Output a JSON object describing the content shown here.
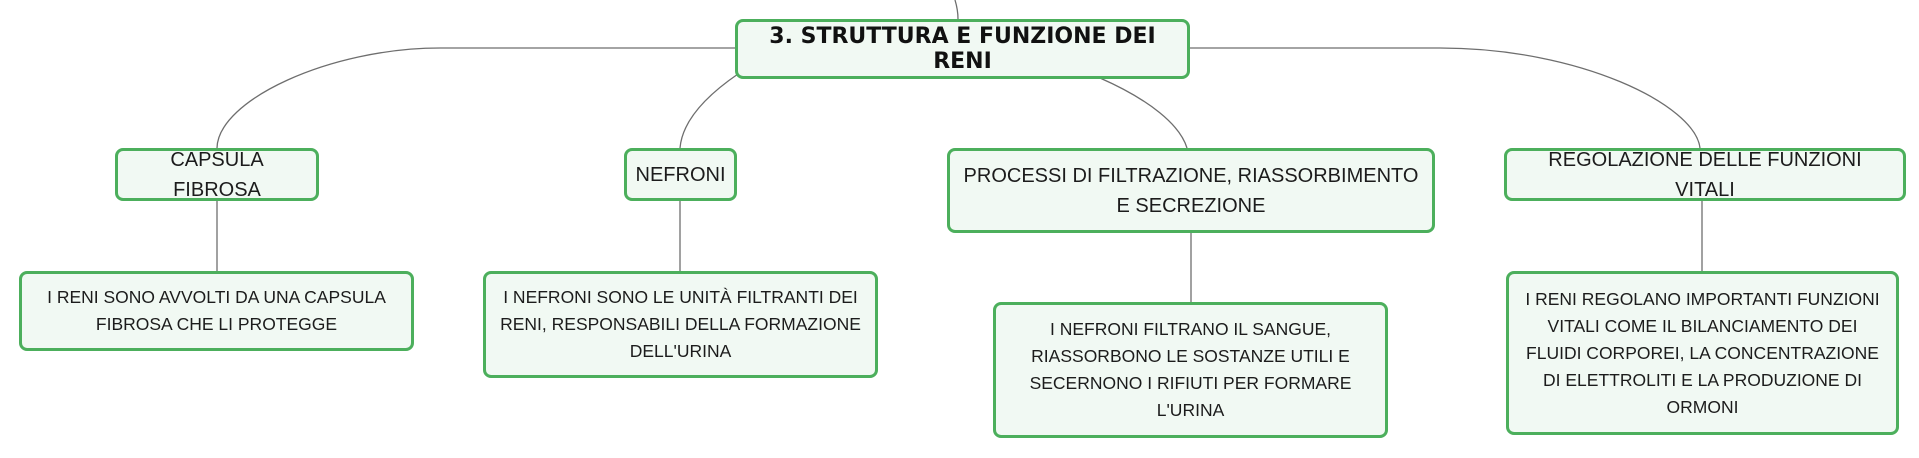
{
  "root": {
    "label": "3. STRUTTURA E FUNZIONE DEI RENI"
  },
  "branches": [
    {
      "id": "capsula",
      "label": "CAPSULA FIBROSA",
      "detail": "I RENI SONO AVVOLTI DA UNA CAPSULA FIBROSA CHE LI PROTEGGE"
    },
    {
      "id": "nefroni",
      "label": "NEFRONI",
      "detail": "I NEFRONI SONO LE UNITÀ FILTRANTI DEI RENI, RESPONSABILI DELLA FORMAZIONE DELL'URINA"
    },
    {
      "id": "processi",
      "label": "PROCESSI DI FILTRAZIONE, RIASSORBIMENTO E SECREZIONE",
      "detail": "I NEFRONI FILTRANO IL SANGUE, RIASSORBONO LE SOSTANZE UTILI E SECERNONO I RIFIUTI PER FORMARE L'URINA"
    },
    {
      "id": "regolazione",
      "label": "REGOLAZIONE DELLE FUNZIONI VITALI",
      "detail": "I RENI REGOLANO IMPORTANTI FUNZIONI VITALI COME IL BILANCIAMENTO DEI FLUIDI CORPOREI, LA CONCENTRAZIONE DI ELETTROLITI E LA PRODUZIONE DI ORMONI"
    }
  ],
  "colors": {
    "node_border": "#4caf5c",
    "node_fill": "#f1f9f3",
    "connector": "#6e6e6e"
  }
}
